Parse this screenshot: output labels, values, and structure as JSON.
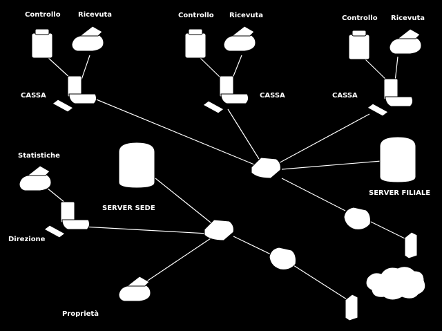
{
  "labels": {
    "controllo": "Controllo",
    "ricevuta": "Ricevuta",
    "cassa": "CASSA",
    "statistiche": "Statistiche",
    "direzione": "Direzione",
    "server_sede": "SERVER SEDE",
    "server_filiale": "SERVER FILIALE",
    "proprieta": "Proprietà"
  }
}
